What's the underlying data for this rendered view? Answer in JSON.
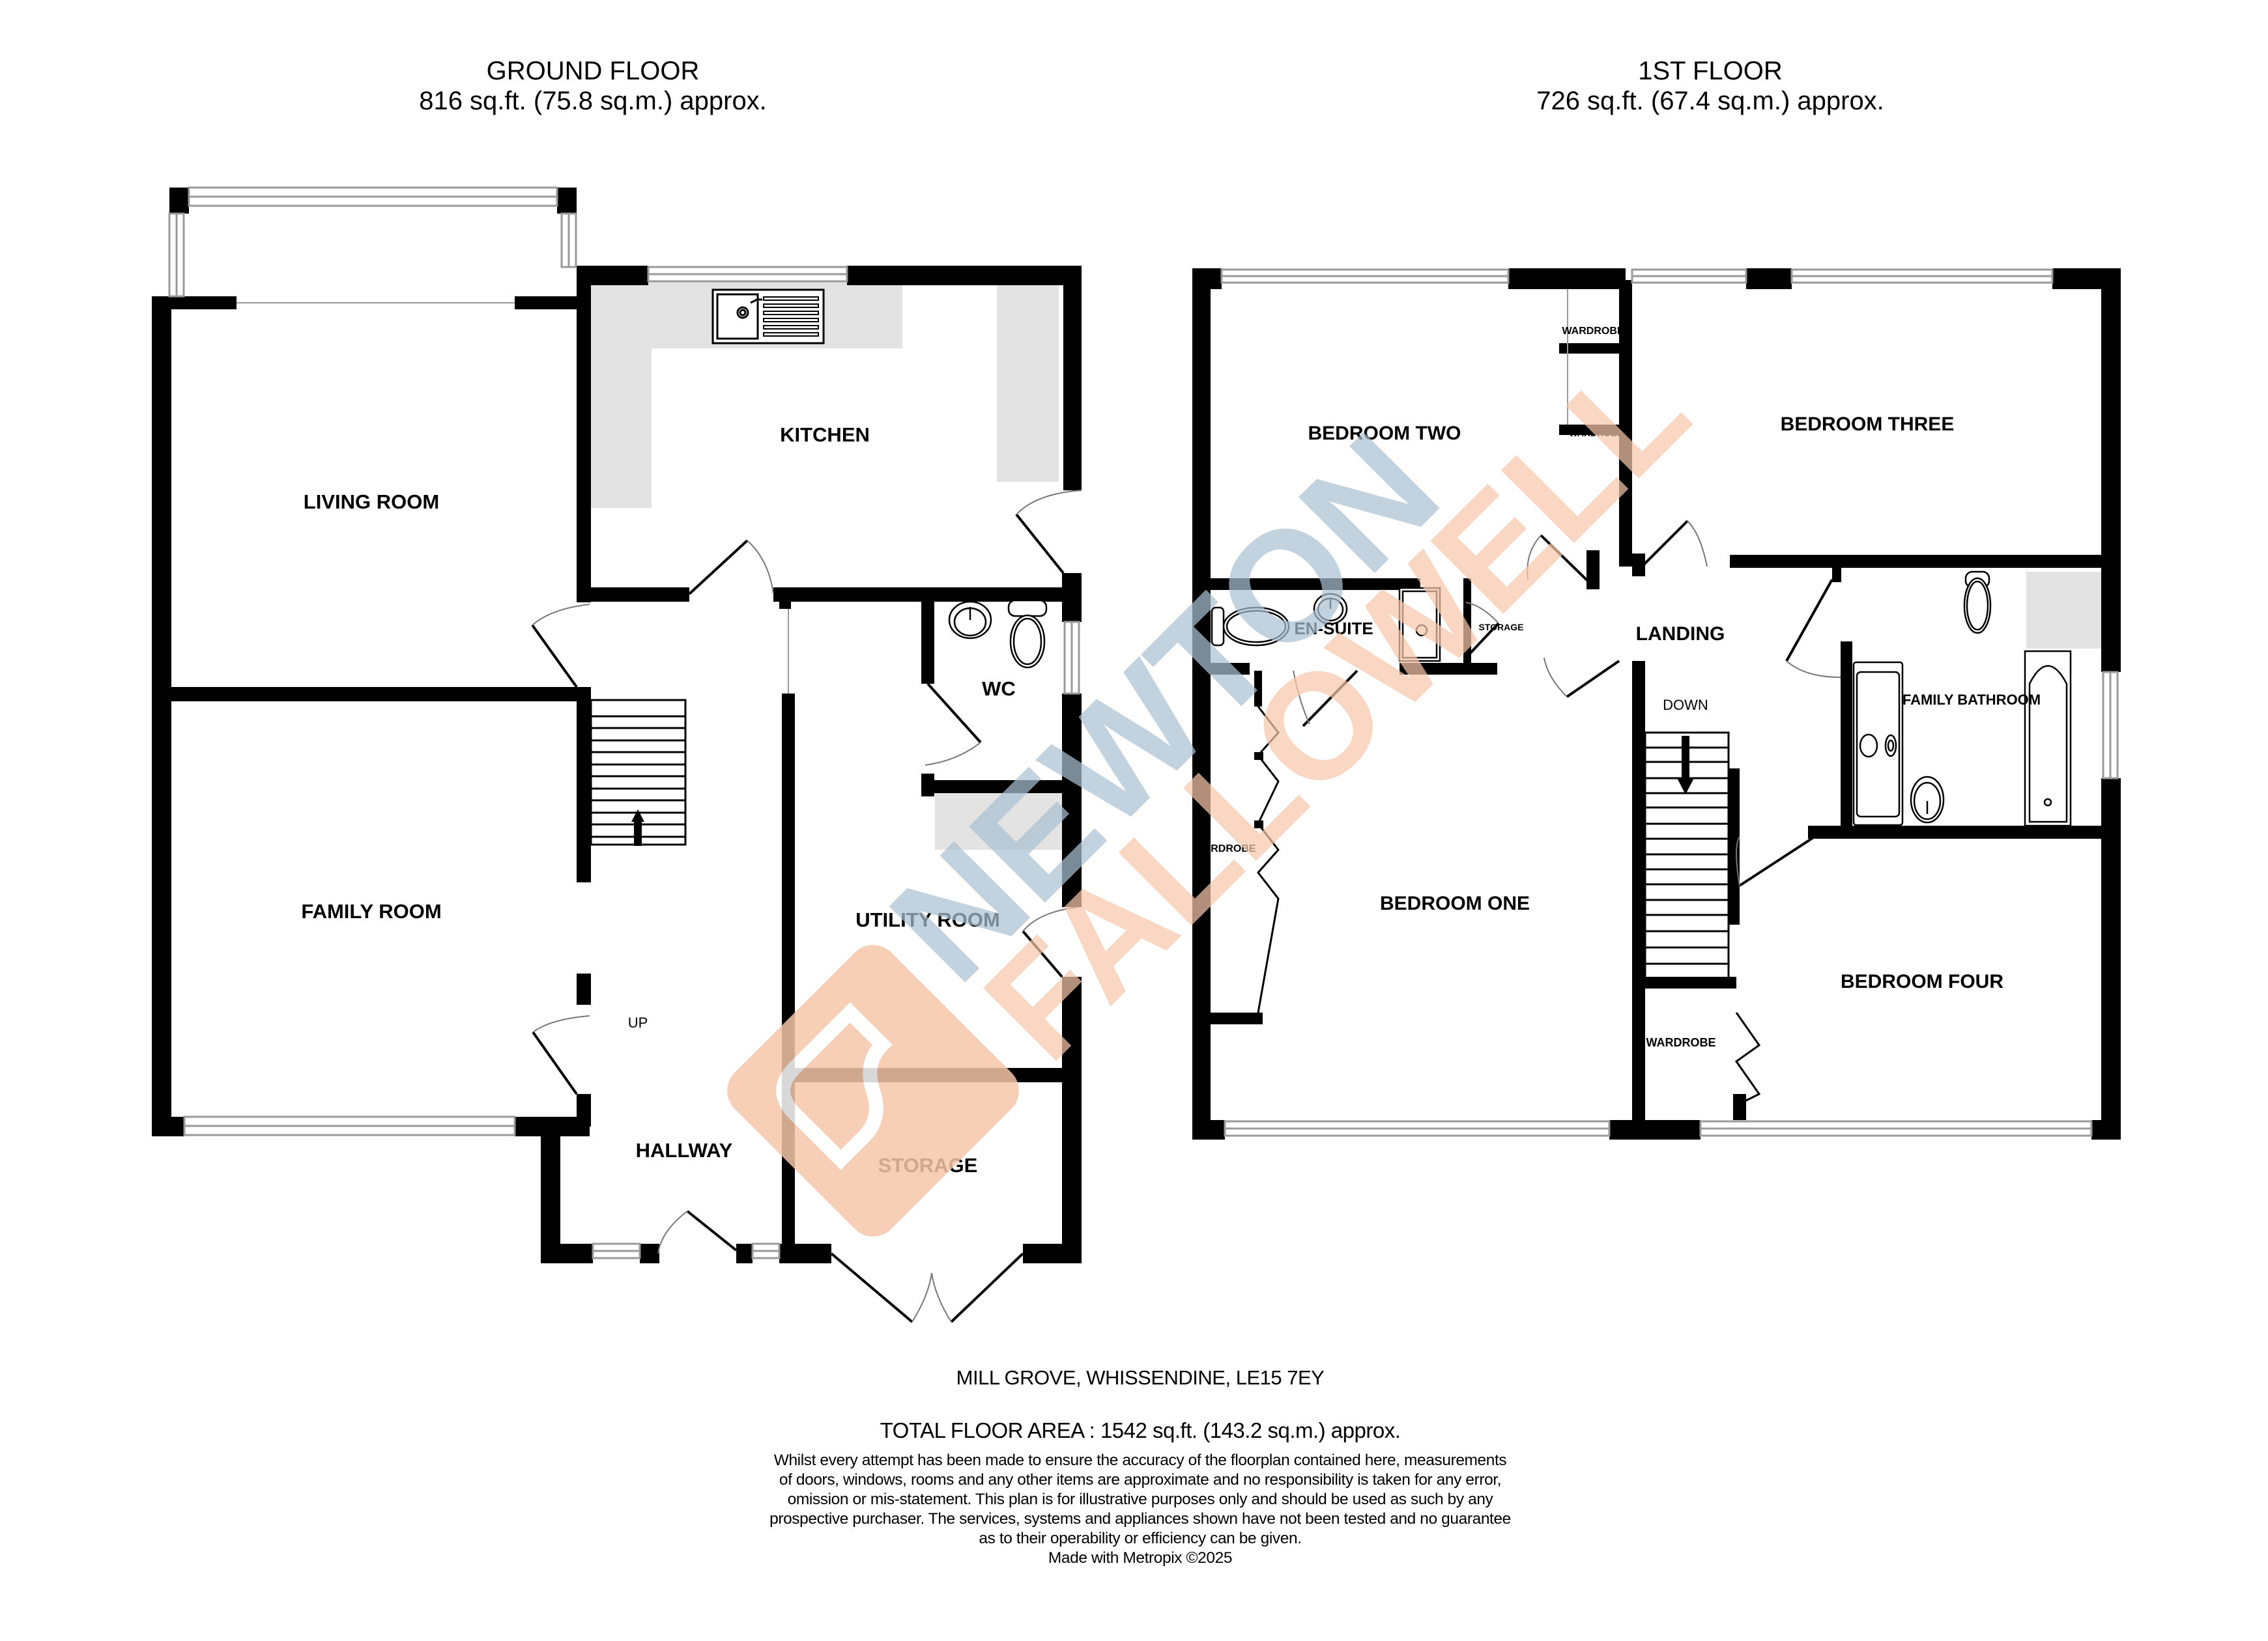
{
  "floors": {
    "ground": {
      "title": "GROUND FLOOR",
      "area": "816 sq.ft. (75.8 sq.m.) approx.",
      "rooms": {
        "living_room": "LIVING ROOM",
        "kitchen": "KITCHEN",
        "family_room": "FAMILY ROOM",
        "wc": "WC",
        "utility_room": "UTILITY ROOM",
        "hallway": "HALLWAY",
        "storage": "STORAGE"
      },
      "stairs_label": "UP"
    },
    "first": {
      "title": "1ST FLOOR",
      "area": "726 sq.ft. (67.4 sq.m.) approx.",
      "rooms": {
        "bedroom_two": "BEDROOM TWO",
        "bedroom_three": "BEDROOM THREE",
        "en_suite": "EN-SUITE",
        "storage": "STORAGE",
        "landing": "LANDING",
        "family_bathroom": "FAMILY BATHROOM",
        "bedroom_one": "BEDROOM ONE",
        "bedroom_four": "BEDROOM FOUR",
        "wardrobe_1": "WARDROBE",
        "wardrobe_2": "WARDROBE",
        "wardrobe_3": "WARDROBE",
        "wardrobe_4": "WARDROBE"
      },
      "stairs_label": "DOWN"
    }
  },
  "footer": {
    "address": "MILL GROVE, WHISSENDINE, LE15 7EY",
    "total_area": "TOTAL FLOOR AREA : 1542 sq.ft. (143.2 sq.m.) approx.",
    "disclaimer_lines": [
      "Whilst every attempt has been made to ensure the accuracy of the floorplan contained here, measurements",
      "of doors, windows, rooms and any other items are approximate and no responsibility is taken for any error,",
      "omission or mis-statement. This plan is for illustrative purposes only and should be used as such by any",
      "prospective purchaser. The services, systems and appliances shown have not been tested and no guarantee",
      "as to their operability or efficiency can be given."
    ],
    "credit": "Made with Metropix ©2025"
  },
  "watermark": {
    "line1": "NEWTON",
    "line2": "FALLOWELL",
    "color_blue": "#a9bfd0",
    "color_peach": "#f6c7ab"
  },
  "colors": {
    "wall": "#000000",
    "fixture_fill": "#e3e3e3",
    "window": "#9a9a9a",
    "background": "#ffffff"
  }
}
